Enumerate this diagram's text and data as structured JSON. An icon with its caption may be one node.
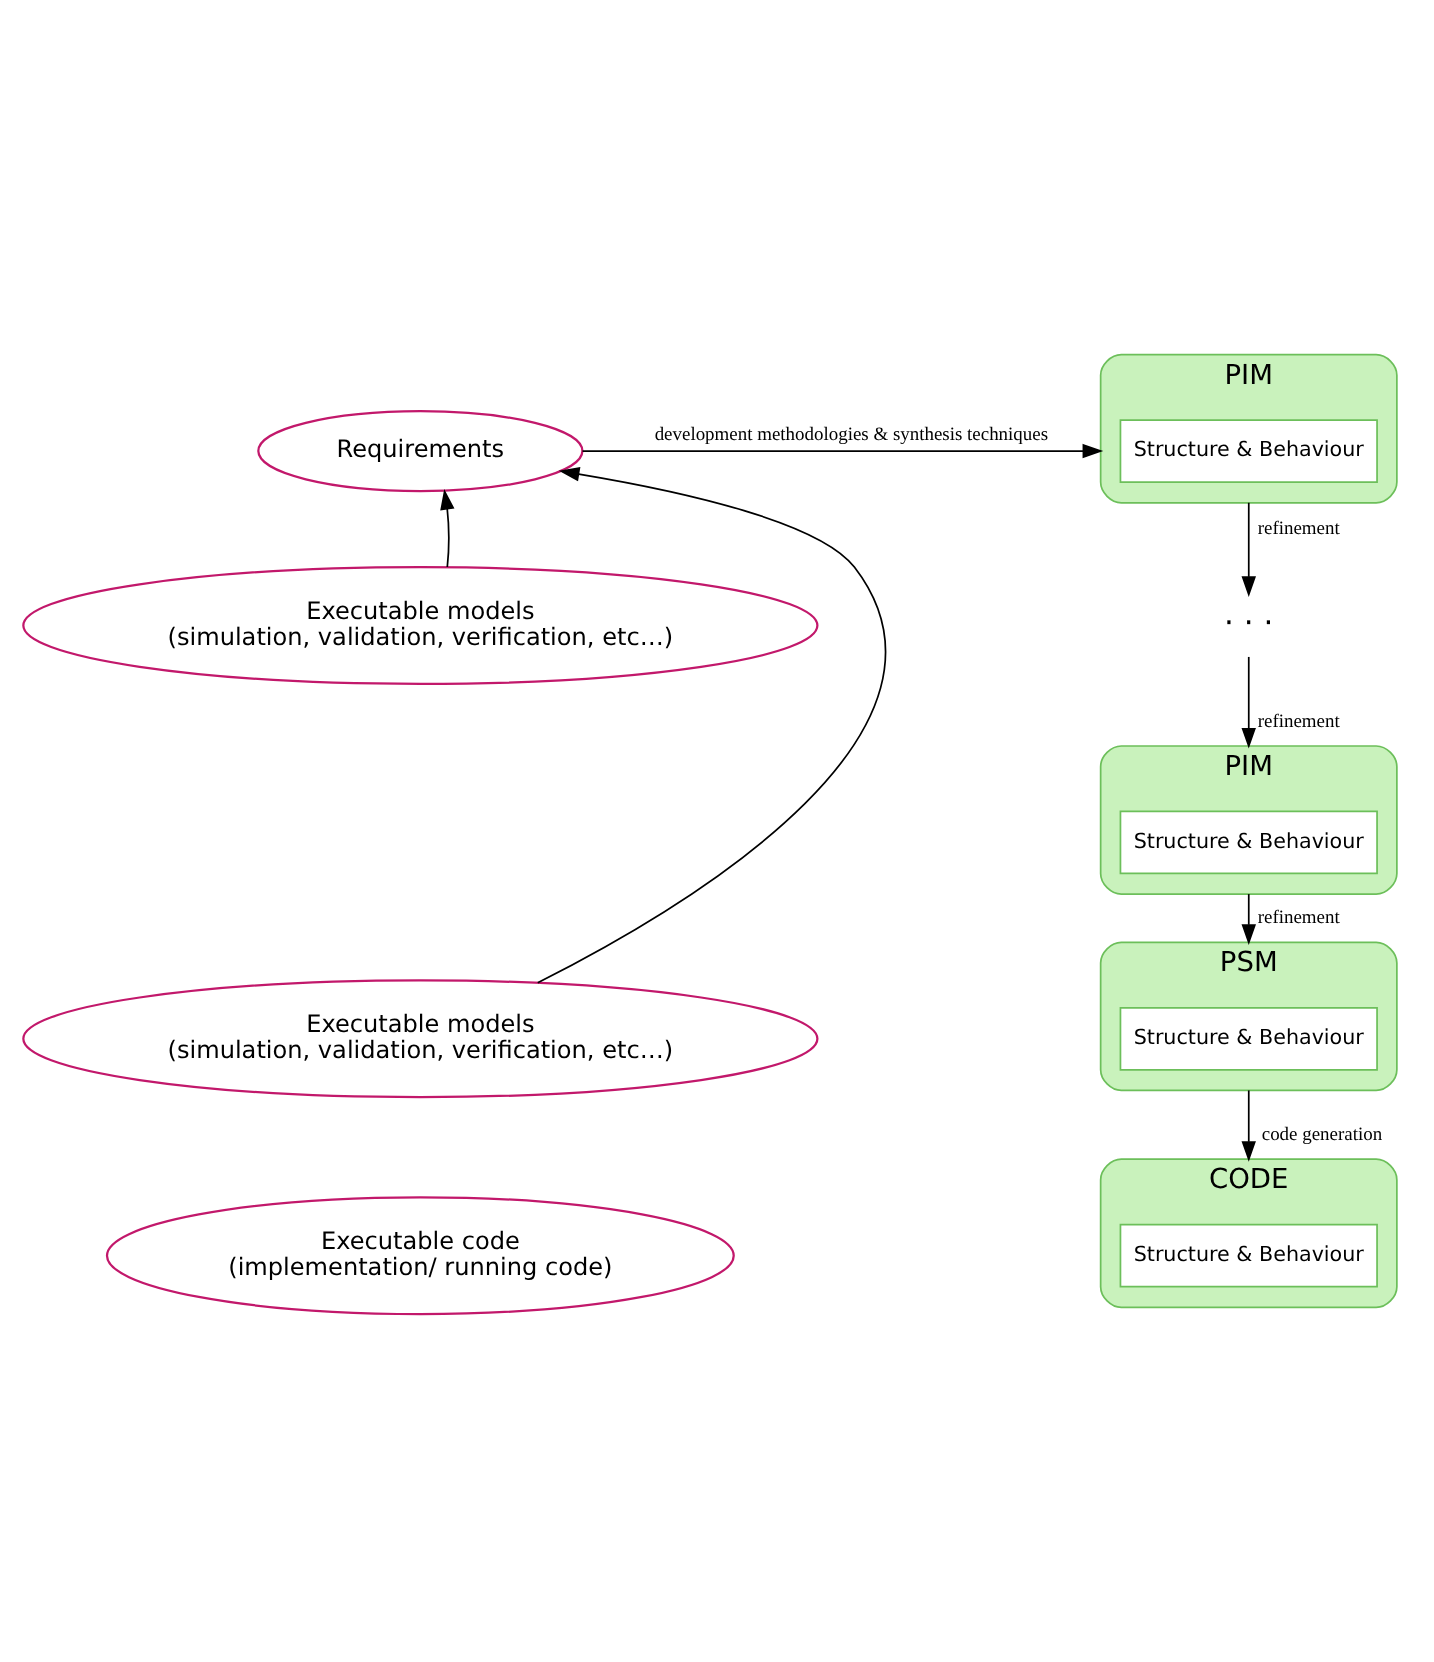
{
  "diagram": {
    "nodes": [
      {
        "text": [
          "Requirements"
        ]
      },
      {
        "text": [
          "Executable models",
          "(simulation, validation, verification, etc…)"
        ]
      },
      {
        "text": [
          "PIM"
        ]
      },
      {
        "text": [
          "Structure & Behaviour"
        ],
        "in": 2
      },
      {
        "text": [
          "· · ·"
        ]
      },
      {
        "text": [
          "PIM"
        ]
      },
      {
        "text": [
          "Structure & Behaviour"
        ],
        "in": 5
      },
      {
        "text": [
          "Executable models",
          "(simulation, validation, verification, etc…)"
        ]
      },
      {
        "text": [
          "PSM"
        ]
      },
      {
        "text": [
          "Structure & Behaviour"
        ],
        "in": 8
      },
      {
        "text": [
          "Executable code",
          "(implementation/ running code)"
        ]
      },
      {
        "text": [
          "CODE"
        ]
      },
      {
        "text": [
          "Structure & Behaviour"
        ],
        "in": 11
      }
    ],
    "edges": [
      {
        "from": 0,
        "to": 2,
        "arrow": "to",
        "label": "development methodologies & synthesis techniques"
      },
      {
        "from": 1,
        "to": 0,
        "arrow": "to"
      },
      {
        "from": 2,
        "to": 4,
        "arrow": "to",
        "label": "refinement"
      },
      {
        "from": 4,
        "to": 5,
        "arrow": "to",
        "label": "refinement"
      },
      {
        "from": 7,
        "to": 0,
        "arrow": "to"
      },
      {
        "from": 5,
        "to": 8,
        "arrow": "to",
        "label": "refinement"
      },
      {
        "from": 8,
        "to": 11,
        "arrow": "to",
        "label": "code generation"
      }
    ]
  }
}
